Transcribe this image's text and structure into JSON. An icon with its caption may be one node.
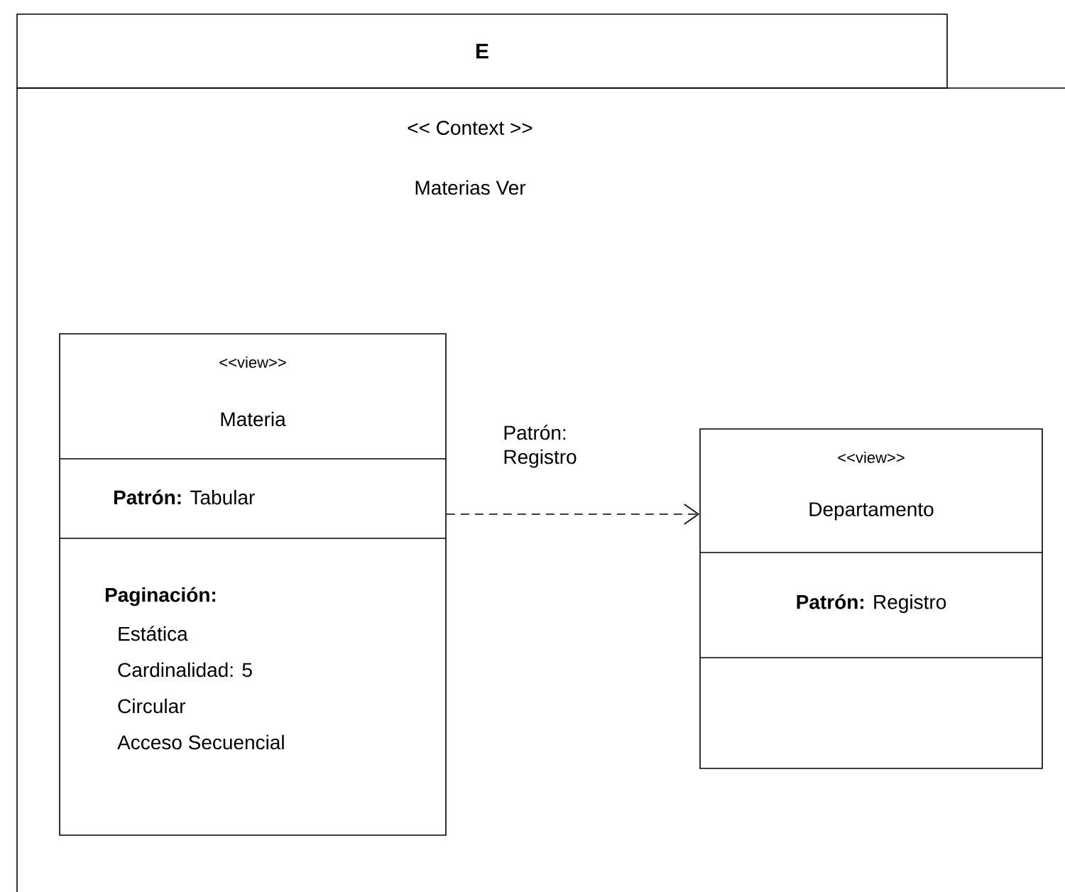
{
  "diagram": {
    "nodes": [
      {
        "text": [
          "E",
          "<< Context >>",
          "Materias Ver"
        ]
      },
      {
        "text": [
          "<<view>>",
          "Materia",
          "**Patrón:** Tabular",
          "Paginación:",
          "Estática",
          "Cardinalidad: 5",
          "Circular",
          "Acceso Secuencial"
        ],
        "in": 0
      },
      {
        "text": [
          "<<view>>",
          "Departamento",
          "**Patrón:** Registro"
        ],
        "in": 0
      }
    ],
    "edges": [
      {
        "from": 1,
        "to": 2,
        "arrow": "to",
        "style": "dashed",
        "label": "Patrón: Registro"
      }
    ]
  }
}
